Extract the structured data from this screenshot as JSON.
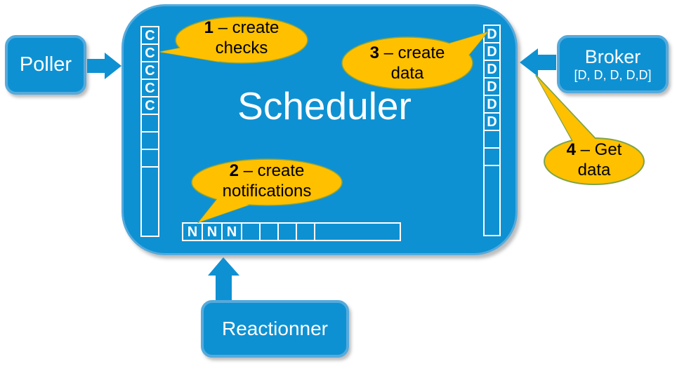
{
  "scheduler": {
    "title": "Scheduler"
  },
  "nodes": {
    "poller": {
      "label": "Poller"
    },
    "broker": {
      "label": "Broker",
      "sublabel": "[D, D, D, D,D]"
    },
    "reactionner": {
      "label": "Reactionner"
    }
  },
  "queues": {
    "checks": {
      "cells": [
        "C",
        "C",
        "C",
        "C",
        "C",
        "",
        "",
        "",
        ""
      ]
    },
    "data": {
      "cells": [
        "D",
        "D",
        "D",
        "D",
        "D",
        "D",
        "",
        "",
        ""
      ]
    },
    "notifications": {
      "cells": [
        "N",
        "N",
        "N",
        "",
        "",
        "",
        "",
        ""
      ]
    }
  },
  "bubbles": [
    {
      "num": "1",
      "line1": " – create",
      "line2": "checks"
    },
    {
      "num": "2",
      "line1": " – create",
      "line2": "notifications"
    },
    {
      "num": "3",
      "line1": " – create",
      "line2": "data"
    },
    {
      "num": "4",
      "line1": " – Get",
      "line2": "data"
    }
  ],
  "colors": {
    "node_fill": "#0E91D2",
    "node_border": "#55AADC",
    "callout_fill": "#FFC000",
    "callout_border": "#8FA33B",
    "text_on_blue": "#FFFFFF",
    "callout_text": "#000000"
  }
}
